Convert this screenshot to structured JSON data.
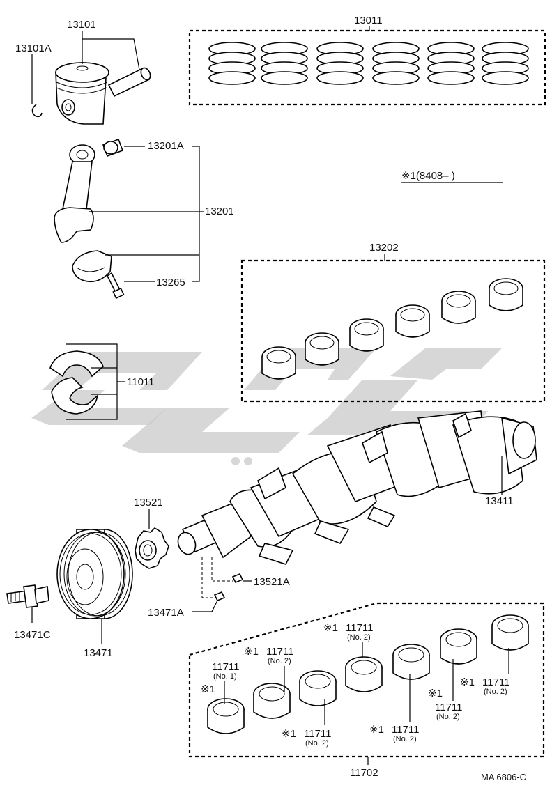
{
  "diagram": {
    "labels": {
      "piston": "13101",
      "piston_pin_clip": "13101A",
      "ring_set": "13011",
      "bushing": "13201A",
      "connecting_rod": "13201",
      "rod_bolt": "13265",
      "note": "※1(8408–      )",
      "rod_bearing": "13202",
      "thrust_washer": "11011",
      "crankshaft": "13411",
      "timing_gear": "13521",
      "key_a": "13521A",
      "key_b": "13471A",
      "bolt": "13471C",
      "pulley": "13471",
      "main_bearing_set": "11702",
      "code": "MA  6806-C"
    },
    "bearings": [
      {
        "num": "11711",
        "sub": "(No. 1)",
        "mark": "※1"
      },
      {
        "num": "11711",
        "sub": "(No. 2)",
        "mark": "※1"
      },
      {
        "num": "11711",
        "sub": "(No. 2)",
        "mark": "※1"
      },
      {
        "num": "11711",
        "sub": "(No. 2)",
        "mark": "※1"
      },
      {
        "num": "11711",
        "sub": "(No. 2)",
        "mark": "※1"
      },
      {
        "num": "11711",
        "sub": "(No. 2)",
        "mark": "※1"
      },
      {
        "num": "11711",
        "sub": "(No. 2)",
        "mark": "※1"
      }
    ]
  }
}
